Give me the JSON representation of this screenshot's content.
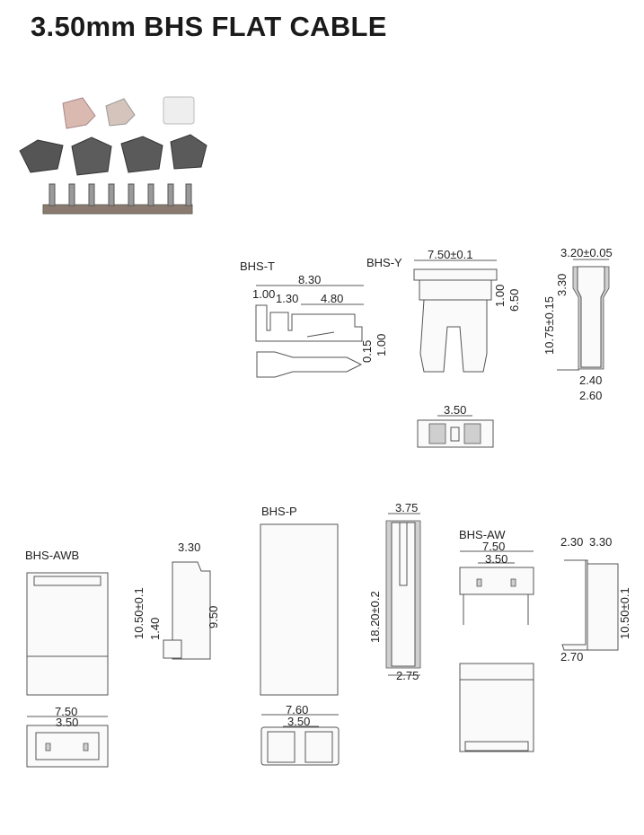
{
  "title": "3.50mm BHS FLAT CABLE",
  "parts": {
    "bhs_t": {
      "label": "BHS-T",
      "dims": {
        "length": "8.30",
        "a": "1.00",
        "b": "1.30",
        "c": "4.80",
        "thick": "0.15",
        "height": "1.00"
      }
    },
    "bhs_y": {
      "label": "BHS-Y",
      "dims": {
        "width": "7.50±0.1",
        "a": "1.00",
        "b": "6.50",
        "pitch": "3.50"
      }
    },
    "bhs_y_side": {
      "dims": {
        "top": "3.20±0.05",
        "a": "3.30",
        "height": "10.75±0.15",
        "b": "2.40",
        "c": "2.60"
      }
    },
    "bhs_awb": {
      "label": "BHS-AWB",
      "dims": {
        "depth": "3.30",
        "height": "10.50±0.1",
        "a": "1.40",
        "b": "9.50",
        "width": "7.50",
        "pitch": "3.50"
      }
    },
    "bhs_p": {
      "label": "BHS-P",
      "dims": {
        "top": "3.75",
        "height": "18.20±0.2",
        "bottom": "2.75",
        "width": "7.60",
        "pitch": "3.50"
      }
    },
    "bhs_aw": {
      "label": "BHS-AW",
      "dims": {
        "width": "7.50",
        "pitch": "3.50",
        "a": "2.30",
        "b": "3.30",
        "height": "10.50±0.1",
        "c": "2.70"
      }
    }
  }
}
